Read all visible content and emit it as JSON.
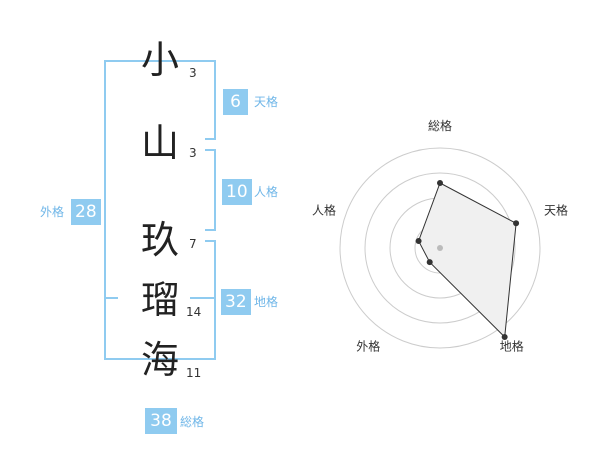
{
  "name": {
    "chars": [
      {
        "char": "小",
        "strokes": "3"
      },
      {
        "char": "山",
        "strokes": "3"
      },
      {
        "char": "玖",
        "strokes": "7"
      },
      {
        "char": "瑠",
        "strokes": "14"
      },
      {
        "char": "海",
        "strokes": "11"
      }
    ]
  },
  "kakusu": {
    "tenkaku": {
      "value": "6",
      "label": "天格"
    },
    "jinkaku": {
      "value": "10",
      "label": "人格"
    },
    "chikaku": {
      "value": "32",
      "label": "地格"
    },
    "gaikaku": {
      "value": "28",
      "label": "外格"
    },
    "soukaku": {
      "value": "38",
      "label": "総格"
    }
  },
  "colors": {
    "accent": "#8fcbf0",
    "label": "#6fb6e8"
  },
  "chart_data": {
    "type": "radar",
    "axes": [
      "総格",
      "天格",
      "地格",
      "外格",
      "人格"
    ],
    "rings": 4,
    "max": 4,
    "values": [
      2.6,
      3.2,
      4.4,
      0.7,
      0.9
    ]
  }
}
